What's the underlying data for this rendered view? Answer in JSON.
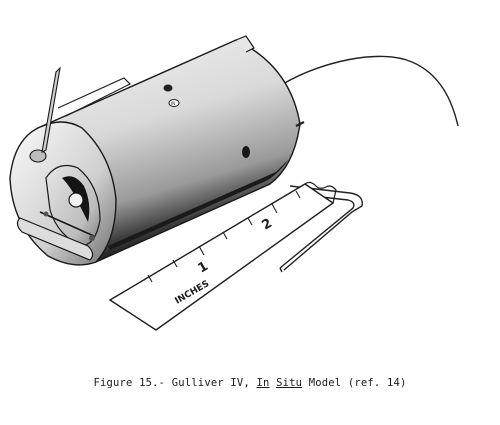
{
  "figure": {
    "ruler": {
      "tick_1": "1",
      "tick_2": "2",
      "unit": "INCHES"
    },
    "can_marking": "IN"
  },
  "caption": {
    "prefix": "Figure 15.- Gulliver IV, ",
    "in": "In",
    "situ": "Situ",
    "suffix": " Model (ref. 14)"
  }
}
